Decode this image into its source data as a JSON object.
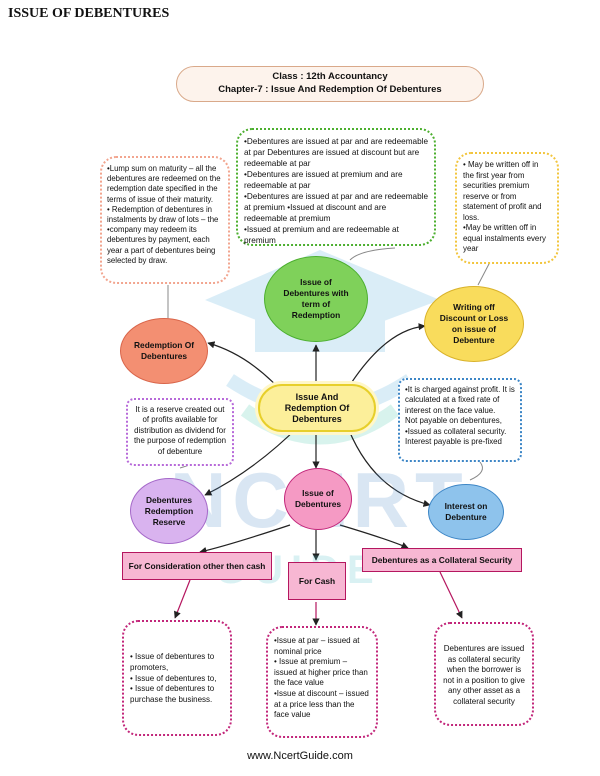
{
  "page_title": "ISSUE OF DEBENTURES",
  "header": {
    "line1": "Class : 12th Accountancy",
    "line2": "Chapter-7 : Issue And Redemption Of Debentures"
  },
  "watermark": {
    "line1": "NCERT",
    "line2": "GUIDE"
  },
  "center_node": "Issue And Redemption Of Debentures",
  "nodes": {
    "term_of_redemption": "Issue of Debentures with term of Redemption",
    "redemption": "Redemption Of Debentures",
    "writing_off": "Writing off Discount or Loss on issue of Debenture",
    "redemption_reserve": "Debentures Redemption Reserve",
    "issue": "Issue of Debentures",
    "interest": "Interest on Debenture",
    "consideration": "For Consideration other then cash",
    "for_cash": "For Cash",
    "collateral": "Debentures as a Collateral Security"
  },
  "notes": {
    "terms": [
      "•Debentures are issued at par and are redeemable at par Debentures are issued at discount but are redeemable at par",
      "•Debentures are issued at premium and are redeemable at par",
      "•Debentures are issued at par and are redeemable at premium •Issued at discount and are redeemable at premium",
      "•Issued at premium and are redeemable at premium"
    ],
    "redemption": [
      "•Lump sum on maturity – all the debentures are redeemed on the redemption date specified in the terms of issue of their maturity.",
      "• Redemption of debentures in instalments by draw of lots – the •company may redeem its debentures by payment, each year a part of debentures being selected by draw."
    ],
    "writing_off": [
      "• May be written off in the first year from securities premium reserve or from statement of profit and loss.",
      "•May be written off in equal instalments every year"
    ],
    "reserve": "It is a reserve created out of profits available for distribution as dividend for the purpose of redemption of debenture",
    "interest": [
      "•It is charged against profit. It is calculated at a fixed rate of interest on the face value.",
      "Not payable on debentures,",
      "•Issued as collateral security.",
      "Interest payable is pre-fixed"
    ],
    "consideration": [
      "• Issue of debentures to promoters,",
      "• Issue of debentures to,",
      "• Issue of debentures to purchase the business."
    ],
    "for_cash": [
      "•Issue at par – issued at nominal price",
      "• Issue at premium – issued at higher price than the face value",
      "•Issue at discount – issued at a price less than the face value"
    ],
    "collateral": "Debentures are issued as collateral security when the borrower is not in a position to give any other asset as a collateral security"
  },
  "footer": "www.NcertGuide.com",
  "colors": {
    "green": "#6cc24a",
    "orange_red": "#f08a6a",
    "yellow": "#f2c53d",
    "purple": "#c79be8",
    "blue": "#3d86c6",
    "pink": "#c2267a",
    "magenta": "#e94f9a"
  }
}
